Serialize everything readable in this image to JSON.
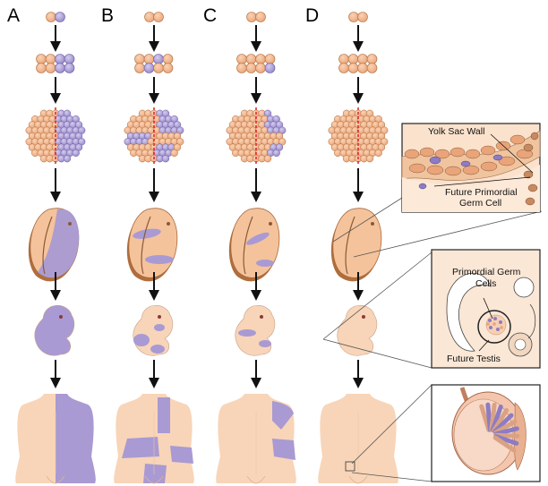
{
  "figure": {
    "columns": [
      {
        "label": "A"
      },
      {
        "label": "B"
      },
      {
        "label": "C"
      },
      {
        "label": "D"
      }
    ],
    "callouts": {
      "yolk_sac_wall": "Yolk Sac Wall",
      "future_pgc_line1": "Future Primordial",
      "future_pgc_line2": "Germ Cell",
      "pgc_line1": "Primordial Germ",
      "pgc_line2": "Cells",
      "future_testis": "Future Testis"
    },
    "colors": {
      "host_cell": "#f2b48c",
      "donor_cell": "#a99ad3",
      "skin": "#f8d5b8",
      "embryo_edge": "#b06e3c",
      "dividing_line": "#e0202a",
      "arrow": "#111111",
      "inset_bg": "#fbe7d6"
    }
  }
}
